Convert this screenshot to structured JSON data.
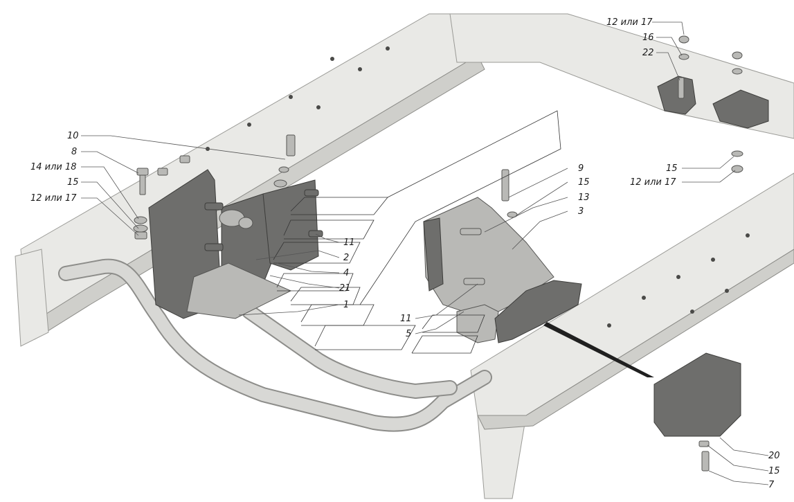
{
  "callouts": [
    {
      "id": "c-12-17-top",
      "text": "12 или 17"
    },
    {
      "id": "c-16",
      "text": "16"
    },
    {
      "id": "c-22",
      "text": "22"
    },
    {
      "id": "c-10",
      "text": "10"
    },
    {
      "id": "c-8",
      "text": "8"
    },
    {
      "id": "c-14-18",
      "text": "14 или 18"
    },
    {
      "id": "c-15-left",
      "text": "15"
    },
    {
      "id": "c-12-17-left",
      "text": "12 или 17"
    },
    {
      "id": "c-9",
      "text": "9"
    },
    {
      "id": "c-15-mid",
      "text": "15"
    },
    {
      "id": "c-13",
      "text": "13"
    },
    {
      "id": "c-3",
      "text": "3"
    },
    {
      "id": "c-11-a",
      "text": "11"
    },
    {
      "id": "c-2",
      "text": "2"
    },
    {
      "id": "c-4",
      "text": "4"
    },
    {
      "id": "c-21",
      "text": "21"
    },
    {
      "id": "c-1",
      "text": "1"
    },
    {
      "id": "c-11-b",
      "text": "11"
    },
    {
      "id": "c-5",
      "text": "5"
    },
    {
      "id": "c-15-right",
      "text": "15"
    },
    {
      "id": "c-12-17-right",
      "text": "12 или 17"
    },
    {
      "id": "c-20",
      "text": "20"
    },
    {
      "id": "c-15-bottom",
      "text": "15"
    },
    {
      "id": "c-7",
      "text": "7"
    }
  ]
}
